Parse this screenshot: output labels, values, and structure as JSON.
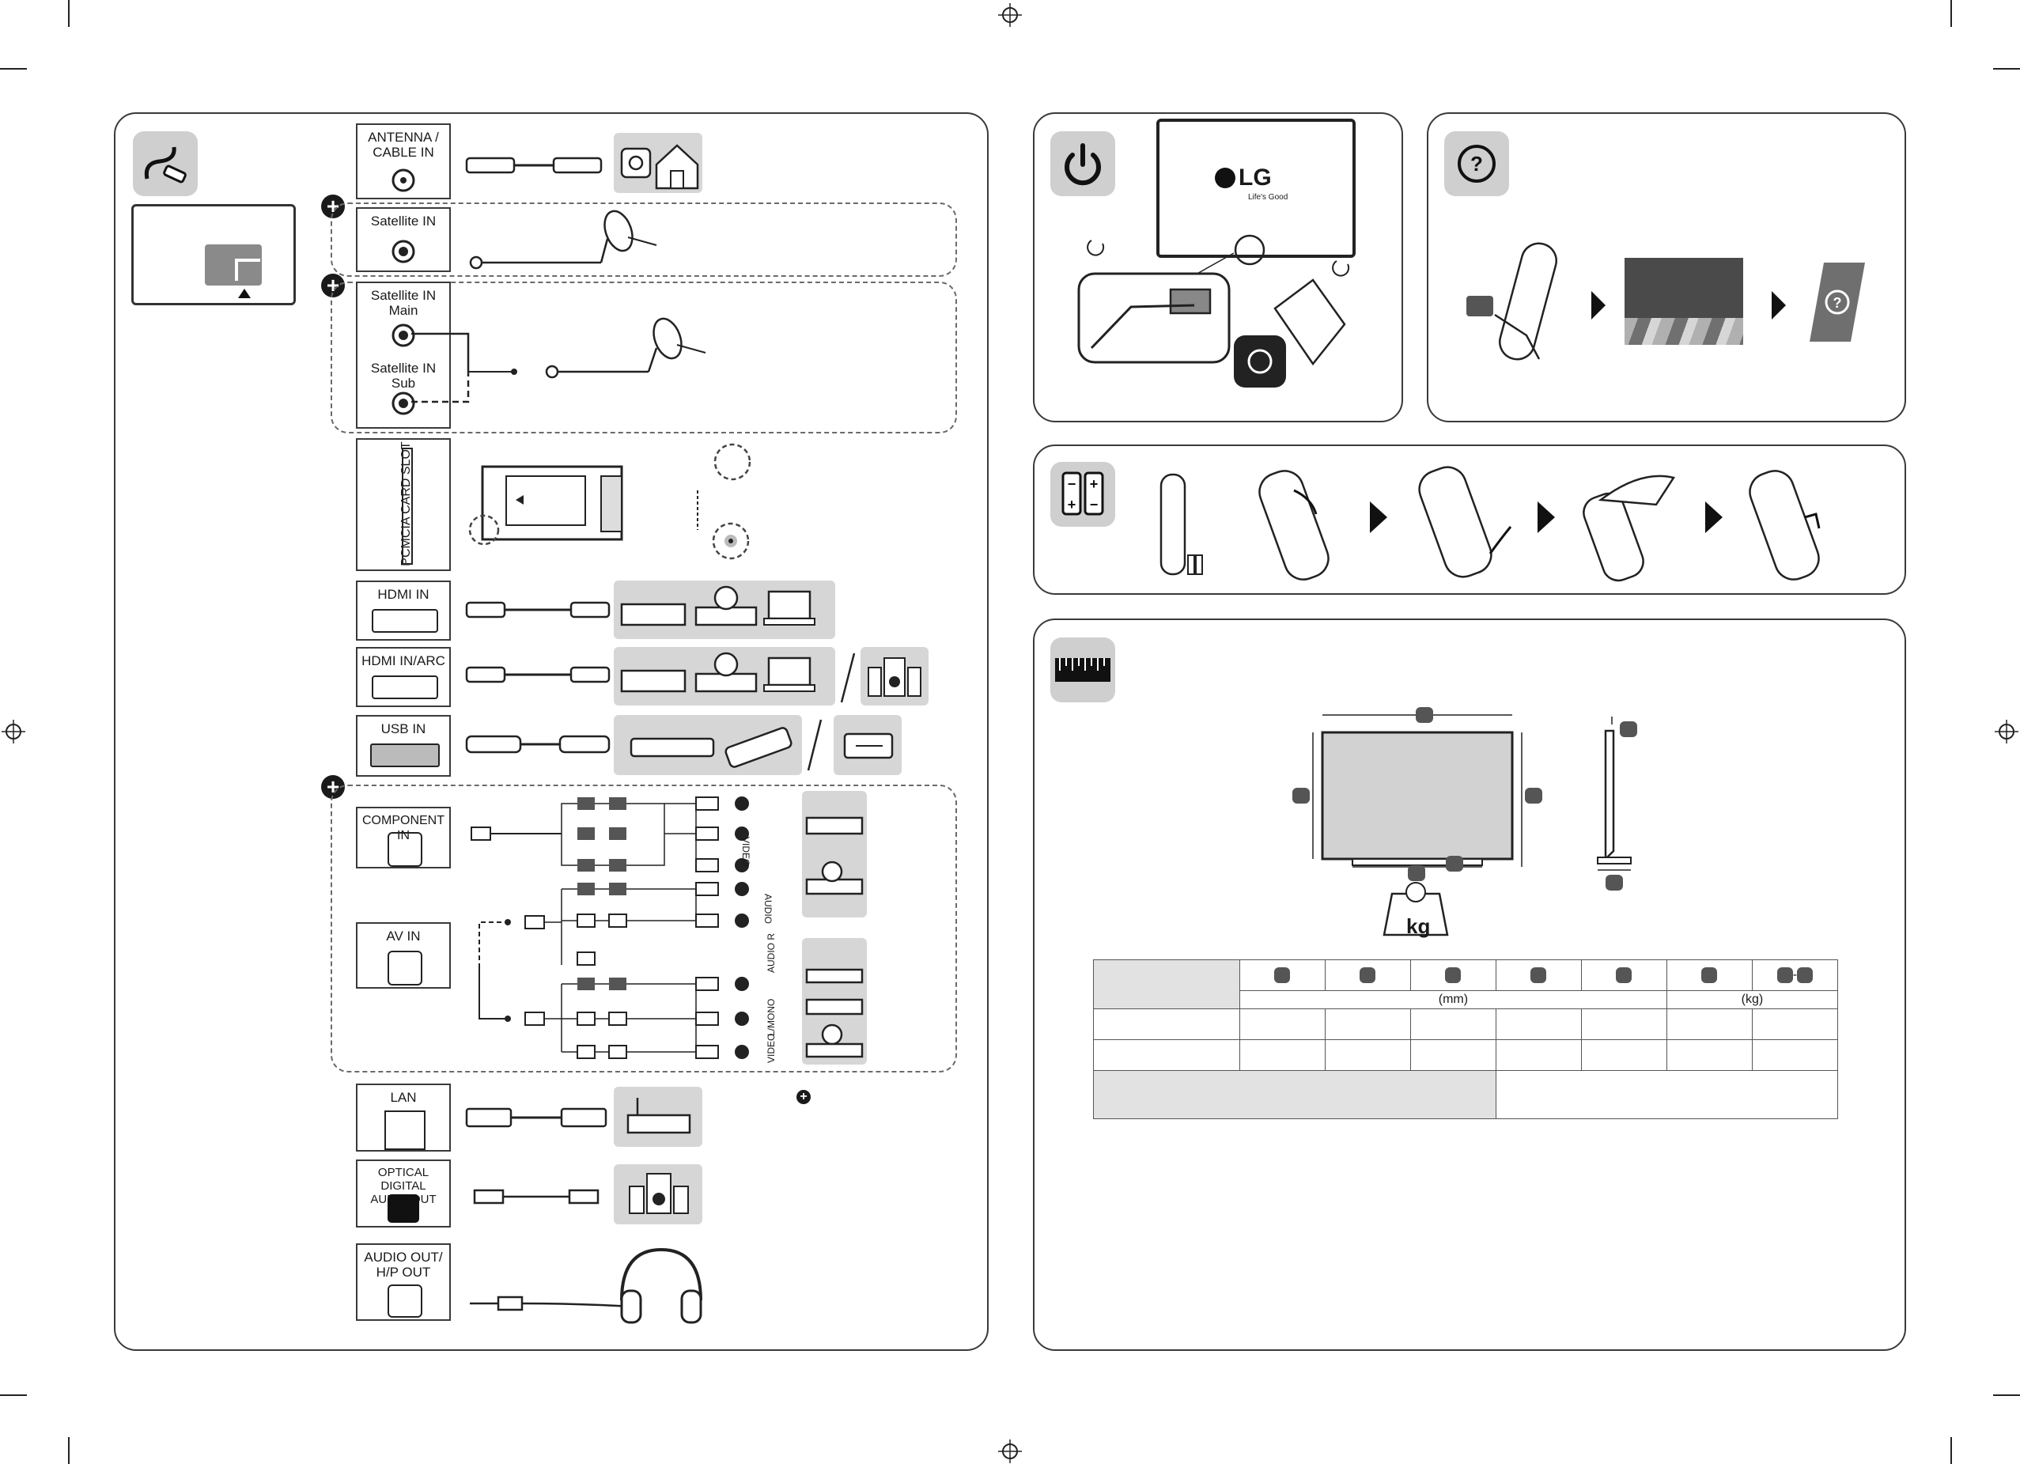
{
  "ports": {
    "antenna": "ANTENNA /\nCABLE IN",
    "sat_in": "Satellite IN",
    "sat_main": "Satellite IN\nMain",
    "sat_sub": "Satellite IN\nSub",
    "pcmcia": "PCMCIA CARD SLOT",
    "hdmi": "HDMI IN",
    "hdmi_arc": "HDMI IN/ARC",
    "usb": "USB IN",
    "component": "COMPONENT IN",
    "av": "AV IN",
    "lan": "LAN",
    "optical": "OPTICAL DIGITAL\nAUDIO OUT",
    "audio_out": "AUDIO OUT/\nH/P OUT"
  },
  "rca_labels": {
    "video": "VIDEO",
    "audio": "AUDIO",
    "audio_r": "AUDIO R",
    "l_mono": "L/MONO"
  },
  "power": {
    "logo": "LG",
    "tagline": "Life's Good"
  },
  "dimensions": {
    "unit_mm": "(mm)",
    "unit_kg": "(kg)",
    "kg_label": "kg"
  },
  "icons": [
    "cable-plug-icon",
    "power-icon",
    "question-icon",
    "battery-icon",
    "ruler-icon",
    "scale-icon"
  ]
}
